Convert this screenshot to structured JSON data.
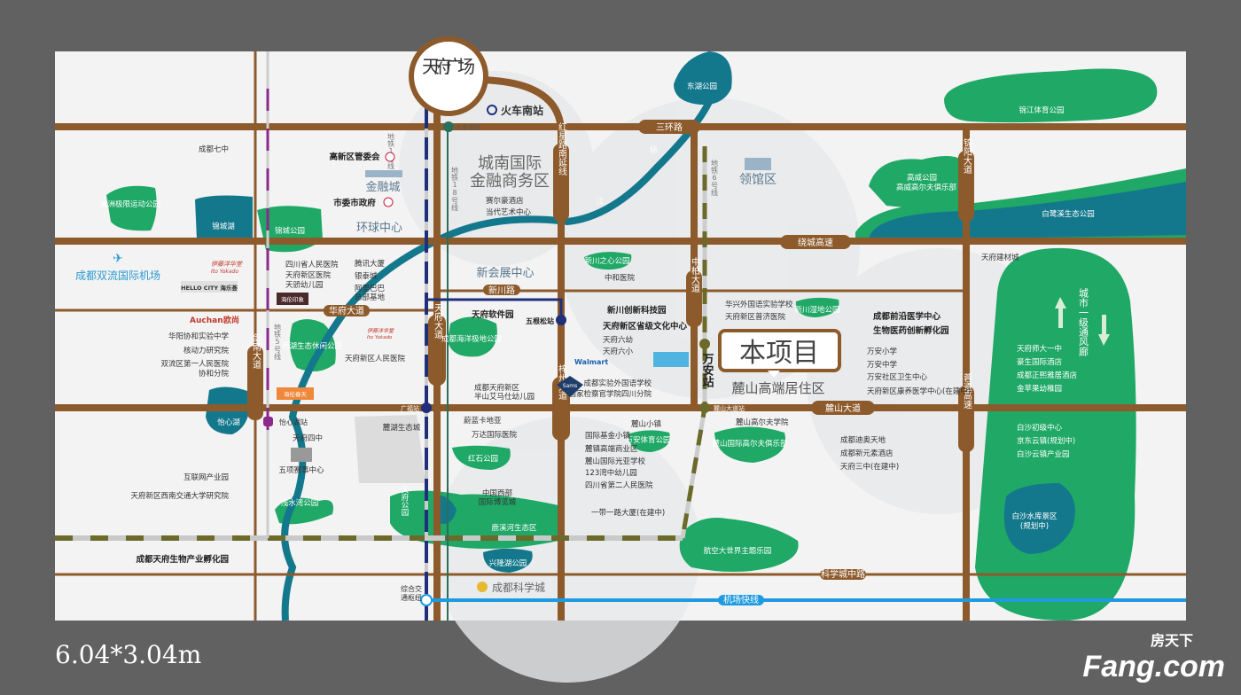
{
  "caption": "6.04*3.04m",
  "watermark": {
    "cn": "房天下",
    "en": "Fang.com"
  },
  "project": {
    "title": "本项目",
    "subtitle": "麓山高端居住区"
  },
  "center_plaza": "天府广场",
  "roads": {
    "sanhuan": "三环路",
    "huafu": "华府大道",
    "xinchuan": "新川路",
    "raocheng": "绕城高速",
    "lushan": "麓山大道",
    "kexuecheng": "科学城中路",
    "airport_express": "机场快线",
    "hongxing": "红星路南延线",
    "tianfu": "天府大道",
    "zizhou": "梓州大道",
    "zhongbai": "中柏大道",
    "jiannan": "剑南大道",
    "jinyang": "锦阳大道",
    "rongzun": "蓉遵高速"
  },
  "metro": {
    "line1": "地铁1号线",
    "line18": "地铁18号线",
    "line6": "地铁6号线",
    "line5": "地铁5号线"
  },
  "stations": {
    "huochenan_small": "火车南站",
    "huochenan": "火车南站",
    "wugensong": "五根松站",
    "wanan": "万安站",
    "lushan": "麓山大道站",
    "guangfu": "广福站",
    "yixinhu": "怡心湖站",
    "hub": "综合交通枢纽"
  },
  "districts": {
    "cbd": [
      "城南国际",
      "金融商务区"
    ],
    "consulate": "领馆区",
    "expo": "新会展中心",
    "jinrongcheng": "金融城",
    "global_center": "环球中心",
    "gaoxin": "高新区管委会",
    "city_gov": "市委市政府",
    "airport": "成都双流国际机场",
    "science_city": "成都科学城",
    "west_expo": [
      "中国西部",
      "国际博览城"
    ],
    "sports_center": "五项赛事中心",
    "luhu": "麓湖生态城",
    "ventilation": "城市一级通风廊"
  },
  "parks": [
    "美洲极限运动公园",
    "锦城湖",
    "锦城公园",
    "南湖生态休闲公园",
    "成都海洋极地公园",
    "新川之心公园",
    "新川湿地公园",
    "东湖公园",
    "锦江体育公园",
    "高威公园",
    "高威高尔夫俱乐部",
    "白鹭溪生态公园",
    "红石公园",
    "万安体育公园",
    "麓山国际高尔夫俱乐部",
    "天府公园",
    "鹿溪河生态区",
    "兴隆湖公园",
    "浅水湾公园",
    "航空大世界主题乐园",
    "怡心湖",
    "白沙水库景区",
    "(规划中)",
    "锦",
    "江"
  ],
  "pois": [
    "成都七中",
    "四川省人民医院",
    "天府新区医院",
    "天骄幼儿园",
    "腾讯大厦",
    "银泰城",
    "阿里巴巴",
    "总部基地",
    "华阳协和实验中学",
    "核动力研究院",
    "双流区第一人民医院",
    "协和分院",
    "天府新区人民医院",
    "互联网产业园",
    "天府新区西南交通大学研究院",
    "成都天府生物产业孵化园",
    "天府四中",
    "赛尔豪酒店",
    "当代艺术中心",
    "中和医院",
    "天府软件园",
    "新川创新科技园",
    "天府新区省级文化中心",
    "天府六幼",
    "天府六小",
    "成都实验外国语学校",
    "国家检察官学院四川分院",
    "成都天府新区",
    "半山艾马仕幼儿园",
    "蔚蓝卡地亚",
    "万达国际医院",
    "麓山小镇",
    "国际基金小镇",
    "麓镇高端商业区",
    "麓山国际光亚学校",
    "123湾中幼儿园",
    "四川省第二人民医院",
    "一带一路大厦(在建中)",
    "华兴外国语实验学校",
    "天府新区普济医院",
    "成都前沿医学中心",
    "生物医药创新孵化园",
    "万安小学",
    "万安中学",
    "万安社区卫生中心",
    "天府新区康养医学中心(在建中)",
    "麓山高尔夫学院",
    "成都迪奥天地",
    "成都新元素酒店",
    "天府三中(在建中)",
    "天府建材城",
    "天府师大一中",
    "豪生国际酒店",
    "成都正熙雅居酒店",
    "金苹果幼稚园",
    "白沙初级中心",
    "京东云镇(规划中)",
    "白沙云镇产业园"
  ],
  "brands": {
    "ito1": "伊藤洋华堂",
    "ito1_en": "Ito Yokado",
    "hello_city": "HELLO CITY 海乐荟",
    "auchan": "Auchan",
    "auchan_cn": "欧尚",
    "helen_impression": "海伦印象",
    "helen_spring": "海伦春天",
    "ito2": "伊藤洋华堂",
    "ito2_en": "Ito Yokado",
    "walmart": "Walmart",
    "sams": "Sams"
  },
  "colors": {
    "road": "#8d5a2b",
    "park": "#1fa866",
    "water": "#14788c",
    "metro1": "#1f2f7a",
    "airport_line": "#1e9be0",
    "background": "#f3f3f3"
  }
}
